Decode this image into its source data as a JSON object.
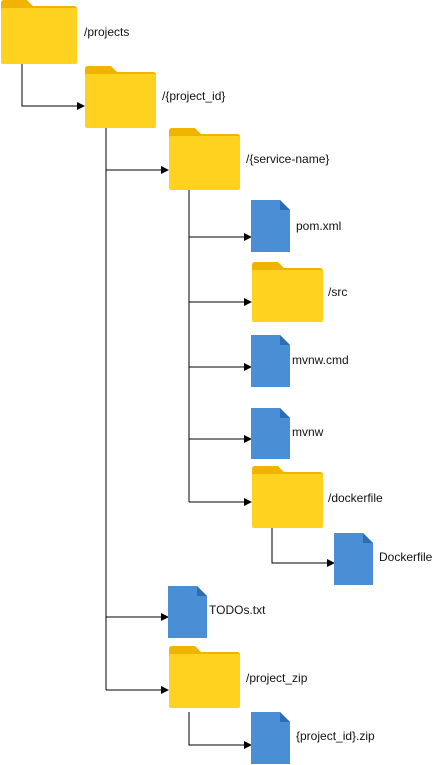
{
  "colors": {
    "folder_back": "#F0B400",
    "folder_front": "#FFD21F",
    "file_body": "#4A8FD6",
    "file_fold": "#2E6DB4",
    "connector": "#000000"
  },
  "tree": {
    "projects": {
      "label": "/projects",
      "icon": "folder-icon"
    },
    "project_id": {
      "label": "/{project_id}",
      "icon": "folder-icon"
    },
    "service_name": {
      "label": "/{service-name}",
      "icon": "folder-icon"
    },
    "pom_xml": {
      "label": "pom.xml",
      "icon": "file-icon"
    },
    "src": {
      "label": "/src",
      "icon": "folder-icon"
    },
    "mvnw_cmd": {
      "label": "mvnw.cmd",
      "icon": "file-icon"
    },
    "mvnw": {
      "label": "mvnw",
      "icon": "file-icon"
    },
    "dockerfile_dir": {
      "label": "/dockerfile",
      "icon": "folder-icon"
    },
    "dockerfile": {
      "label": "Dockerfile",
      "icon": "file-icon"
    },
    "todos": {
      "label": "TODOs.txt",
      "icon": "file-icon"
    },
    "project_zip_dir": {
      "label": "/project_zip",
      "icon": "folder-icon"
    },
    "project_zip": {
      "label": "{project_id}.zip",
      "icon": "file-icon"
    }
  }
}
